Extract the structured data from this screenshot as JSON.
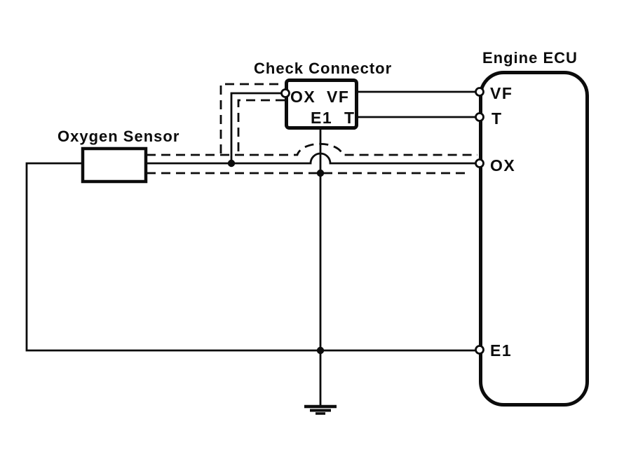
{
  "diagram": {
    "type": "wiring-schematic",
    "background_color": "#ffffff",
    "line_color": "#0c0c0c",
    "oxygen_sensor": {
      "label": "Oxygen Sensor"
    },
    "check_connector": {
      "label": "Check Connector",
      "terminal_ox": "OX",
      "terminal_vf": "VF",
      "terminal_e1": "E1",
      "terminal_t": "T"
    },
    "engine_ecu": {
      "label": "Engine ECU",
      "terminal_vf": "VF",
      "terminal_t": "T",
      "terminal_ox": "OX",
      "terminal_e1": "E1"
    }
  }
}
